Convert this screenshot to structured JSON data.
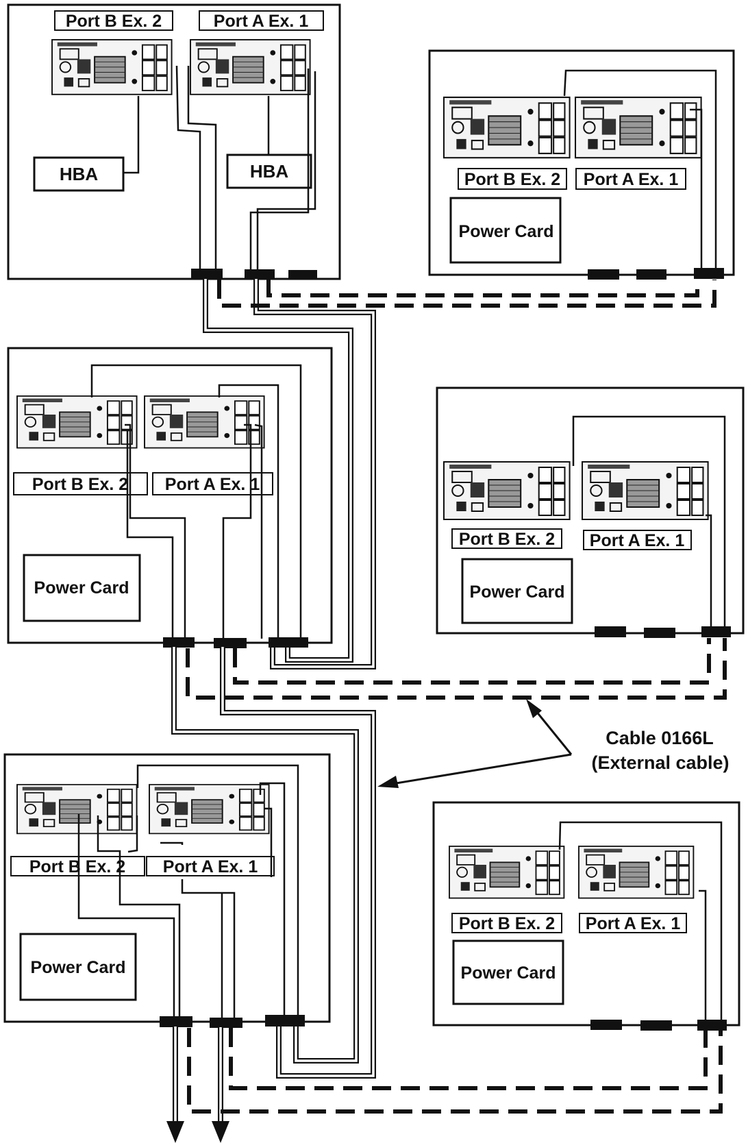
{
  "labels": {
    "port_b": "Port B Ex. 2",
    "port_a": "Port A Ex. 1",
    "hba": "HBA",
    "power_card": "Power Card"
  },
  "callout": {
    "line1": "Cable 0166L",
    "line2": "(External cable)"
  },
  "colors": {
    "ink": "#111111",
    "background": "#ffffff"
  }
}
